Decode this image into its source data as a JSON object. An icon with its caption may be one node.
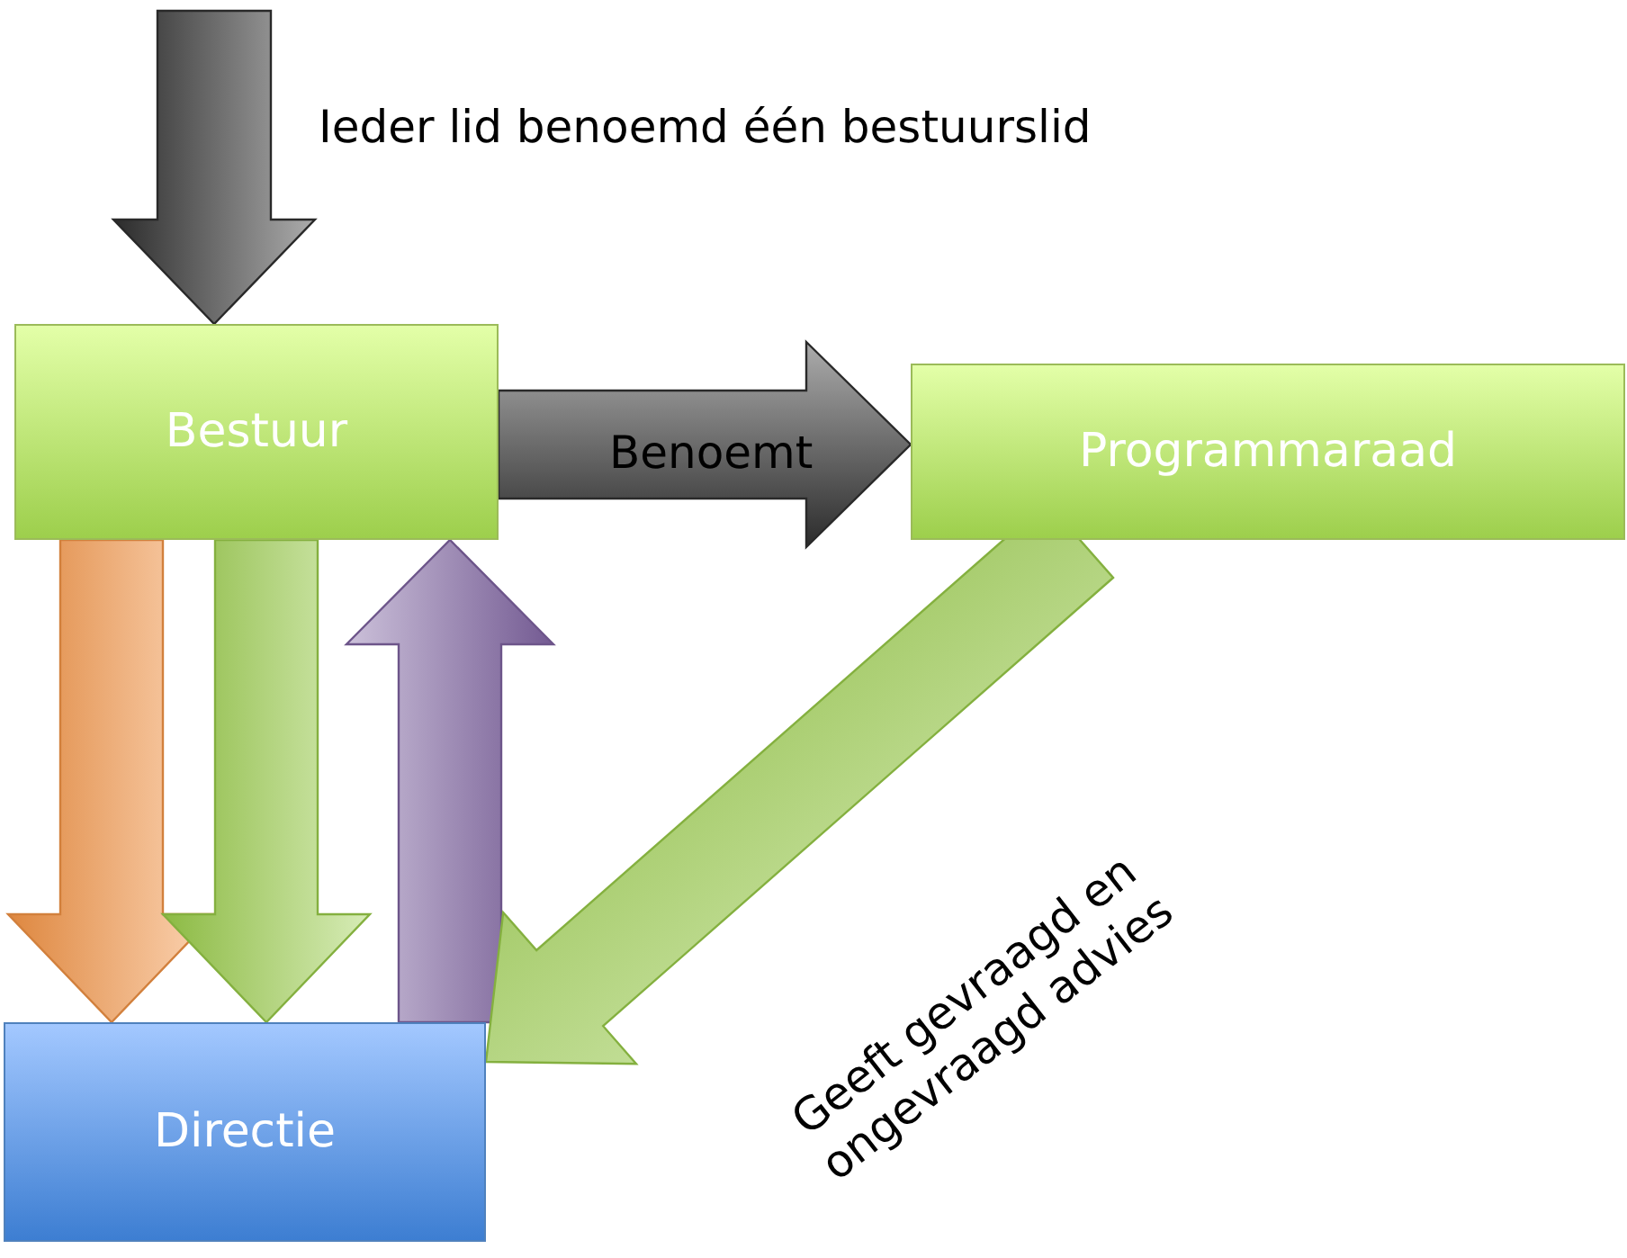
{
  "diagram": {
    "nodes": [
      {
        "text": [
          "Bestuur"
        ]
      },
      {
        "text": [
          "Programmaraad"
        ]
      },
      {
        "text": [
          "Directie"
        ]
      }
    ],
    "edges": [
      {
        "from": null,
        "to": 0,
        "arrow": "to",
        "label": "Ieder lid benoemd één bestuurslid",
        "color": "#303030"
      },
      {
        "from": 0,
        "to": 1,
        "arrow": "to",
        "label": "Benoemt",
        "color": "#303030"
      },
      {
        "from": 0,
        "to": 2,
        "arrow": "to",
        "color": "#f79646"
      },
      {
        "from": 0,
        "to": 2,
        "arrow": "to",
        "color": "#9bcf4a"
      },
      {
        "from": 2,
        "to": 0,
        "arrow": "to",
        "color": "#8064a2"
      },
      {
        "from": 1,
        "to": 2,
        "arrow": "to",
        "label": "Geeft gevraagd en ongevraagd advies",
        "color": "#9bcf4a"
      }
    ]
  }
}
